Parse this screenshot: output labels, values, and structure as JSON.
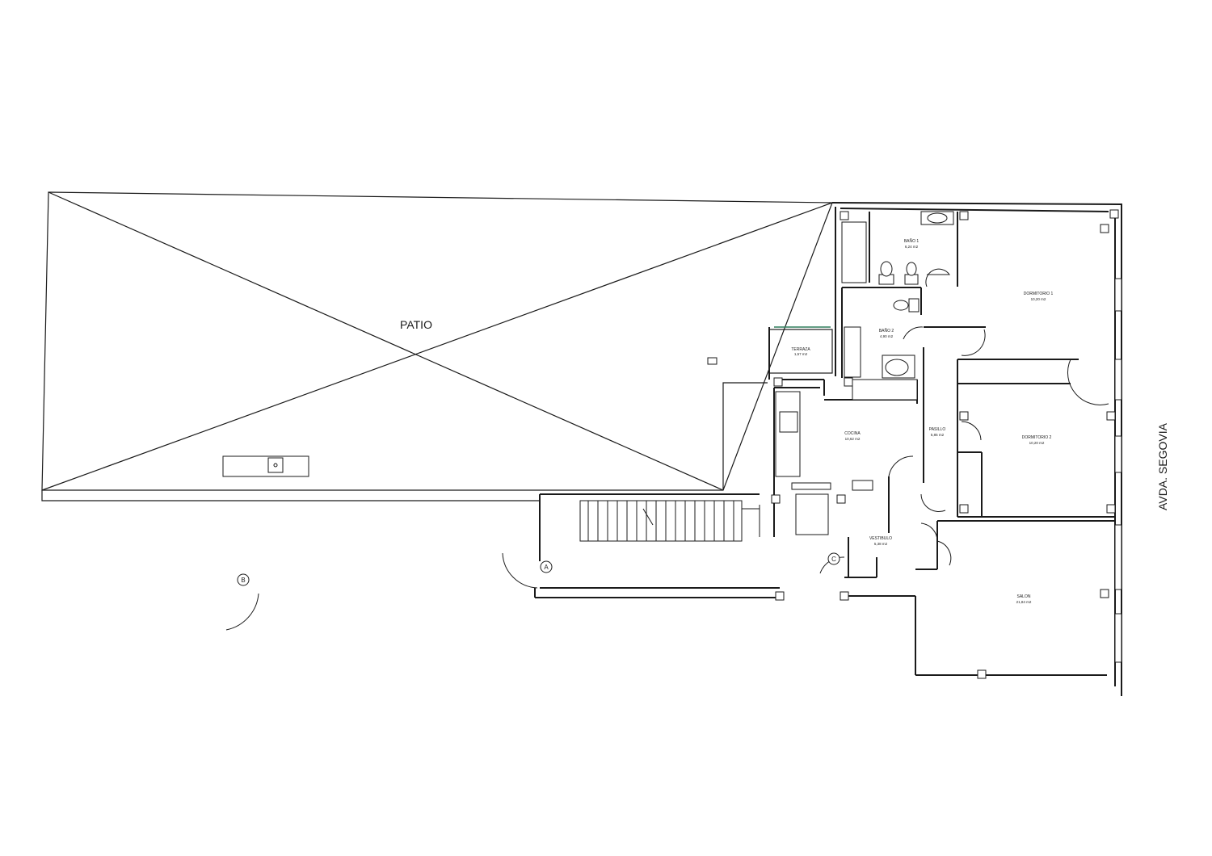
{
  "labels": {
    "patio": "PATIO",
    "street": "AVDA. SEGOVIA"
  },
  "rooms": {
    "bano1": {
      "name": "BAÑO 1",
      "area": "6,24 m2"
    },
    "bano2": {
      "name": "BAÑO 2",
      "area": "4,90 m2"
    },
    "terraza": {
      "name": "TERRAZA",
      "area": "1,57 m2"
    },
    "dorm1": {
      "name": "DORMITORIO 1",
      "area": "10,20 m2"
    },
    "dorm2": {
      "name": "DORMITORIO 2",
      "area": "10,20 m2"
    },
    "cocina": {
      "name": "COCINA",
      "area": "10,62 m2"
    },
    "pasillo": {
      "name": "PASILLO",
      "area": "5,85 m2"
    },
    "vestibulo": {
      "name": "VESTIBULO",
      "area": "5,38 m2"
    },
    "salon": {
      "name": "SALON",
      "area": "21,84 m2"
    }
  },
  "markers": {
    "a": "A",
    "b": "B",
    "c": "C"
  }
}
